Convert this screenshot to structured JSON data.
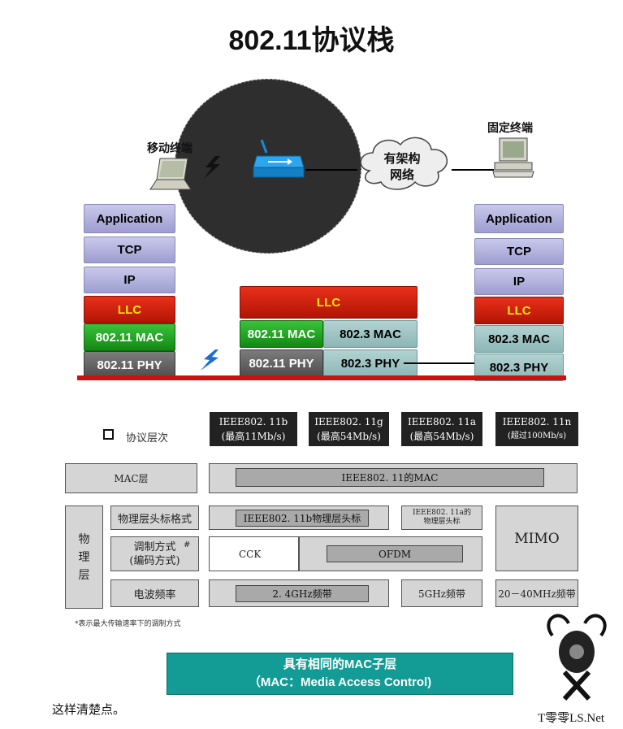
{
  "title": "802.11协议栈",
  "top": {
    "mobile_label": "移动终端",
    "fixed_label": "固定终端",
    "wired_cloud_line1": "有架构",
    "wired_cloud_line2": "网络",
    "left_stack": [
      "Application",
      "TCP",
      "IP",
      "LLC",
      "802.11 MAC",
      "802.11 PHY"
    ],
    "middle_stack": {
      "llc": "LLC",
      "mac_left": "802.11 MAC",
      "mac_right": "802.3 MAC",
      "phy_left": "802.11 PHY",
      "phy_right": "802.3 PHY"
    },
    "right_stack": [
      "Application",
      "TCP",
      "IP",
      "LLC",
      "802.3 MAC",
      "802.3 PHY"
    ]
  },
  "table": {
    "legend": "协议层次",
    "headers": [
      {
        "line1": "IEEE802. 11b",
        "line2": "(最高11Mb/s)"
      },
      {
        "line1": "IEEE802. 11g",
        "line2": "(最高54Mb/s)"
      },
      {
        "line1": "IEEE802. 11a",
        "line2": "(最高54Mb/s)"
      },
      {
        "line1": "IEEE802. 11n",
        "line2": "(超过100Mb/s)"
      }
    ],
    "mac_layer": "MAC层",
    "mac_value": "IEEE802. 11的MAC",
    "phy_layer": "物\n理\n层",
    "phy_header_fmt": "物理层头标格式",
    "phy_header_11b": "IEEE802. 11b物理层头标",
    "phy_header_11a": "IEEE802. 11a的\n物理层头标",
    "mimo": "MIMO",
    "modulation": "调制方式\n(编码方式)",
    "mod_mark": "#",
    "cck": "CCK",
    "ofdm": "OFDM",
    "freq": "电波频率",
    "freq_24": "2. 4GHz频带",
    "freq_5": "5GHz频带",
    "freq_2040": "20－40MHz频带",
    "footnote": "*表示最大传输速率下的调制方式"
  },
  "banner": {
    "line1": "具有相同的MAC子层",
    "line2": "（MAC：Media Access Control)"
  },
  "caption": "这样清楚点。",
  "watermark": "T零零LS.Net",
  "colors": {
    "llc": "#c81a08",
    "mac11": "#1c9c1c",
    "phy": "#5a5a5a",
    "stack": "#b0b0dd",
    "teal": "#9cc2c2",
    "banner": "#129c95",
    "ground": "#cc1111"
  }
}
